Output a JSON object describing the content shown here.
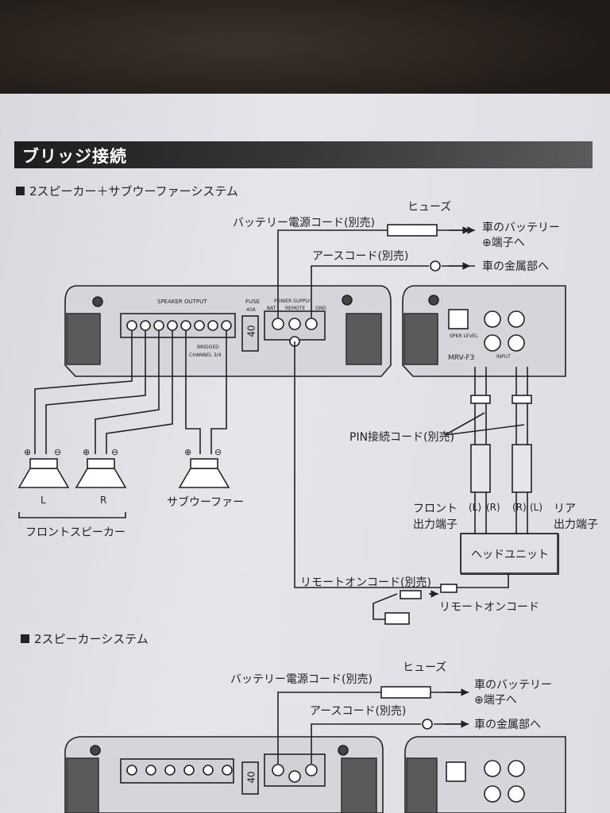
{
  "section": {
    "title": "ブリッジ接続"
  },
  "diagram1": {
    "heading": "2スピーカー＋サブウーファーシステム",
    "battery_cord": "バッテリー電源コード(別売)",
    "fuse": "ヒューズ",
    "car_battery_line1": "車のバッテリー",
    "car_battery_line2": "⊕端子へ",
    "ground_cord": "アースコード(別売)",
    "car_metal": "車の金属部へ",
    "pin_cord": "PIN接続コード(別売)",
    "front_out_line1": "フロント",
    "front_out_line2": "出力端子",
    "rear_out_line1": "リア",
    "rear_out_line2": "出力端子",
    "head_unit": "ヘッドユニット",
    "remote_cord": "リモートオンコード(別売)",
    "remote_code": "リモートオンコード",
    "subwoofer": "サブウーファー",
    "front_speaker": "フロントスピーカー",
    "speaker_l": "L",
    "speaker_r": "R",
    "jack_l1": "(L)",
    "jack_r1": "(R)",
    "jack_r2": "(R)",
    "jack_l2": "(L)",
    "plus": "⊕",
    "minus": "⊖",
    "amp_speaker_output": "SPEAKER OUTPUT",
    "amp_fuse": "FUSE",
    "amp_fuse_rating": "40A",
    "amp_fuse_value": "40",
    "amp_power_supply": "POWER SUPPLY",
    "amp_remote": "REMOTE",
    "amp_bat": "BAT",
    "amp_gnd": "GND",
    "amp_bridged": "BRIDGED",
    "amp_channel": "CHANNEL 3/4",
    "amp_model": "MRV-F3",
    "amp_spkr_level": "SPKR LEVEL",
    "amp_input": "INPUT"
  },
  "diagram2": {
    "heading": "2スピーカーシステム",
    "battery_cord": "バッテリー電源コード(別売)",
    "fuse": "ヒューズ",
    "car_battery_line1": "車のバッテリー",
    "car_battery_line2": "⊕端子へ",
    "ground_cord": "アースコード(別売)",
    "car_metal": "車の金属部へ",
    "amp_fuse_value": "40"
  }
}
